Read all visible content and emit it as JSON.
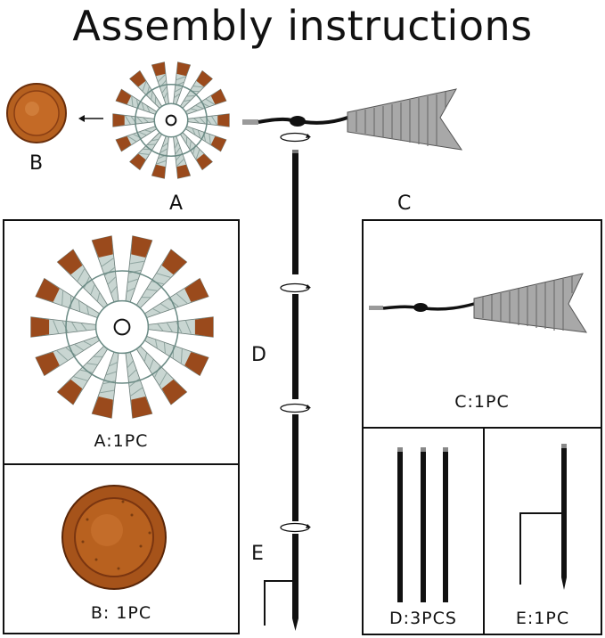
{
  "title": "Assembly instructions",
  "labels": {
    "a": "A",
    "b": "B",
    "c": "C",
    "d": "D",
    "e": "E"
  },
  "captions": {
    "a": "A:1PC",
    "b": "B: 1PC",
    "c": "C:1PC",
    "d": "D:3PCS",
    "e": "E:1PC"
  },
  "colors": {
    "outline": "#111111",
    "blade_face": "#c9d6d2",
    "blade_rust": "#9a4a1c",
    "cap_copper": "#b5601f",
    "vane_gray": "#9a9a9a",
    "pole_black": "#111111"
  }
}
